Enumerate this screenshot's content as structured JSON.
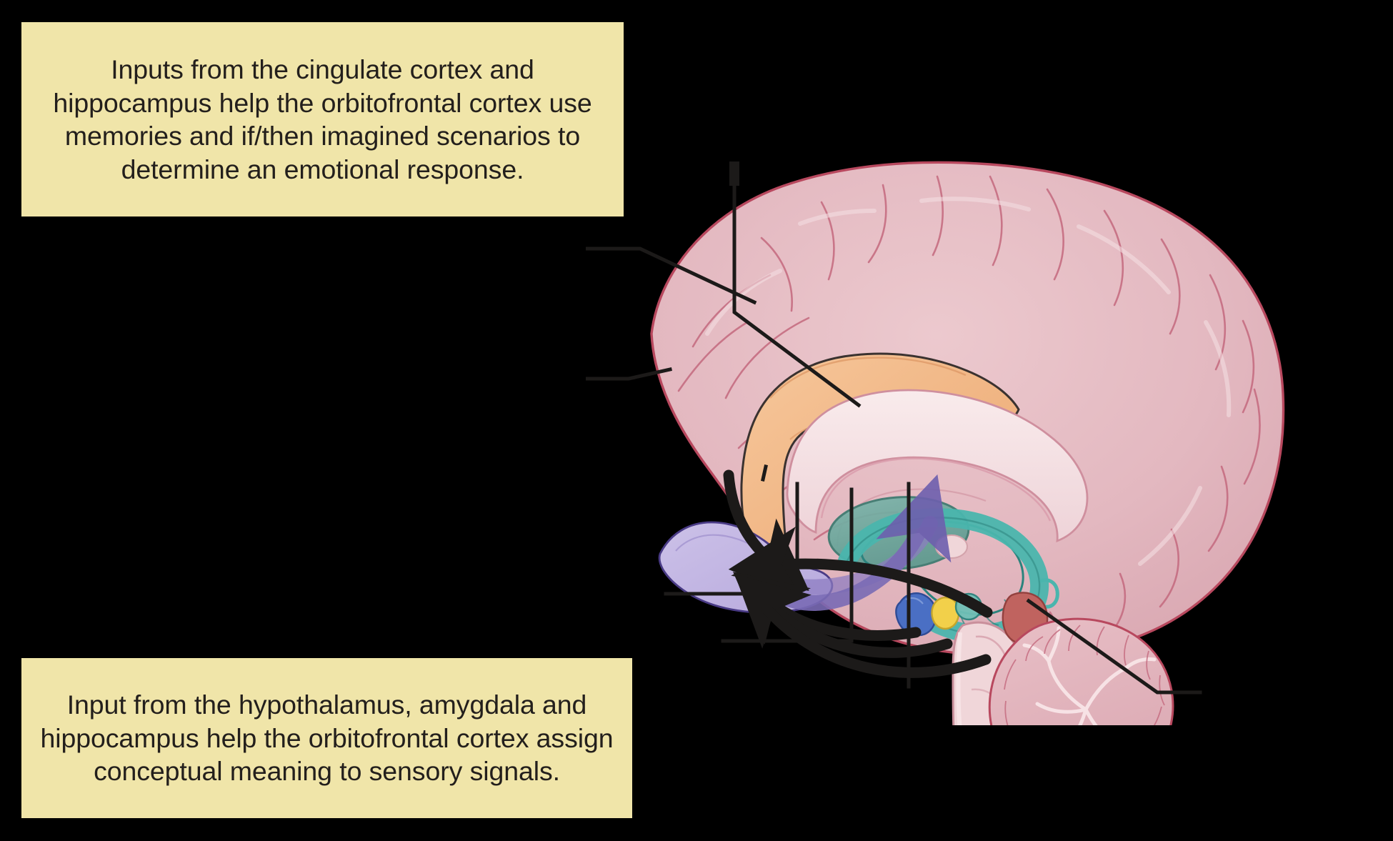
{
  "background_color": "#000000",
  "callouts": {
    "top": {
      "text": "Inputs from the cingulate cortex and hippocampus help the orbitofrontal cortex use memories and if/then imagined scenarios to determine an emotional response.",
      "background_color": "#f0e5a9",
      "text_color": "#231f1c"
    },
    "bottom": {
      "text": "Input from the hypothalamus, amygdala and hippocampus help the orbitofrontal cortex assign conceptual meaning to sensory signals.",
      "background_color": "#f0e5a9",
      "text_color": "#231f1c"
    }
  },
  "figure": {
    "name": "midsagittal-brain-section",
    "description": "Mid-sagittal section of the human brain with limbic structures highlighted and black arrows converging on the orbitofrontal cortex.",
    "structures": [
      {
        "name": "cerebral-cortex",
        "color": "#e5bdc4",
        "outline": "#b8485e"
      },
      {
        "name": "cingulate-cortex",
        "color": "#f3b98a",
        "outline": "#3a3230"
      },
      {
        "name": "corpus-callosum",
        "color": "#f5e2e4",
        "outline": "#cf8f9e"
      },
      {
        "name": "thalamus",
        "color": "#69a89c",
        "outline": "#3d7a70"
      },
      {
        "name": "hippocampus",
        "color": "#4ab5ad",
        "outline": "#2b837d"
      },
      {
        "name": "orbitofrontal-cortex",
        "color": "#c3b7e2",
        "outline": "#4a3b86"
      },
      {
        "name": "amygdala",
        "color": "#4a6fc4",
        "outline": "#2f4b95"
      },
      {
        "name": "hypothalamus",
        "color": "#f2d04a",
        "outline": "#c5a52b"
      },
      {
        "name": "pons-marker",
        "color": "#c0635f",
        "outline": "#93403e"
      },
      {
        "name": "cerebellum",
        "color": "#e3b5bd",
        "outline": "#b8485e"
      },
      {
        "name": "brainstem",
        "color": "#f0d6d9",
        "outline": "#c98f9b"
      }
    ],
    "annotations": {
      "arrow_color": "#1c1a19",
      "purple_arrow_color": "#7a6bb5",
      "leader_line_color": "#1c1a19",
      "leader_lines": 7,
      "black_arrows": 4,
      "purple_arrows": 1,
      "labels": []
    }
  }
}
